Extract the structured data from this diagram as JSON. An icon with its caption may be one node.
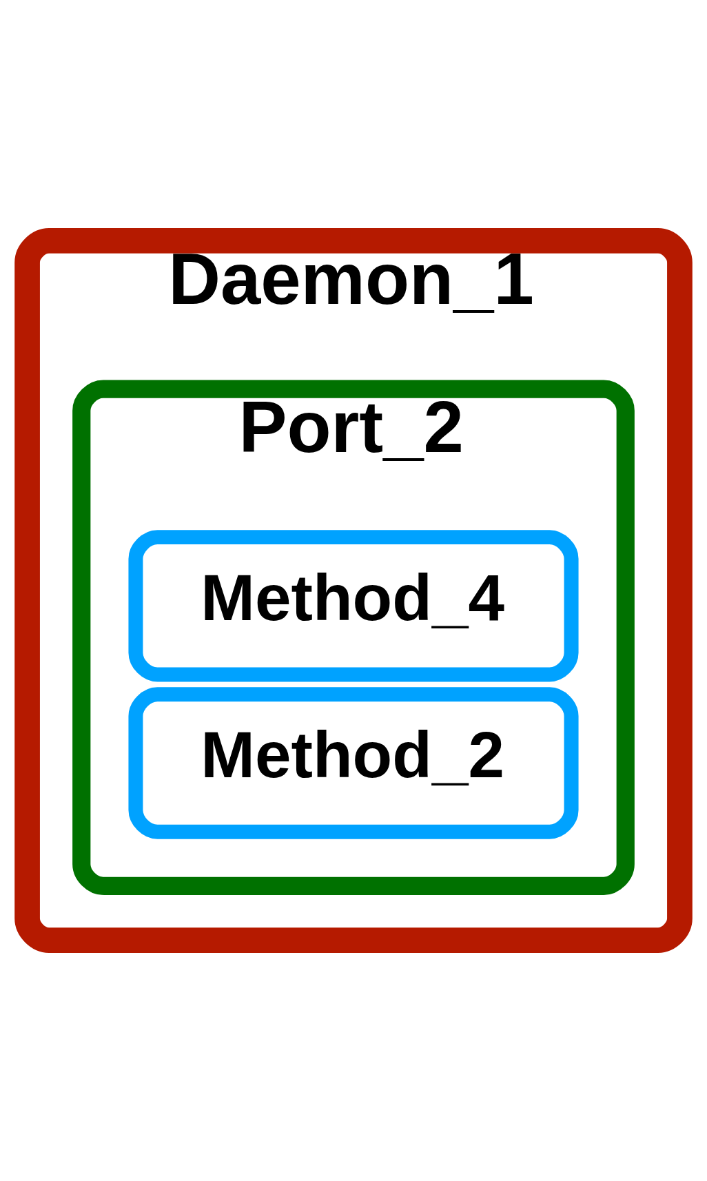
{
  "diagram": {
    "nodes": [
      {
        "text": [
          "Daemon_1"
        ]
      },
      {
        "text": [
          "Port_2"
        ],
        "in": 0
      },
      {
        "text": [
          "Method_4"
        ],
        "in": 1
      },
      {
        "text": [
          "Method_2"
        ],
        "in": 1
      }
    ]
  }
}
